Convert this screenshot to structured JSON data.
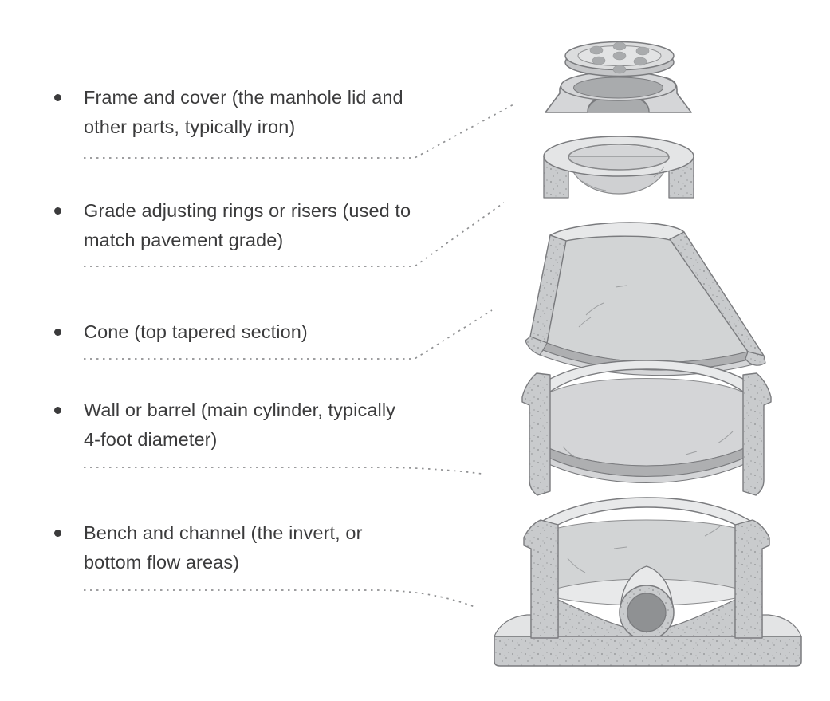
{
  "legend": {
    "items": [
      {
        "id": "frame-and-cover",
        "label": "Frame and cover (the manhole lid and\nother parts, typically iron)"
      },
      {
        "id": "grade-adjusting-ring",
        "label": "Grade adjusting rings or risers (used to\nmatch pavement grade)"
      },
      {
        "id": "cone",
        "label": "Cone (top tapered section)"
      },
      {
        "id": "wall-or-barrel",
        "label": "Wall or barrel (main cylinder, typically\n4-foot diameter)"
      },
      {
        "id": "bench-and-channel",
        "label": "Bench and channel (the invert, or\nbottom flow areas)"
      }
    ]
  },
  "diagram": {
    "type": "exploded-view",
    "subject": "precast manhole components",
    "components": [
      "frame-and-cover",
      "grade-adjusting-ring",
      "cone",
      "wall-or-barrel",
      "bench-and-channel"
    ],
    "cover_hole_count": 7,
    "colors": {
      "background": "#ffffff",
      "text": "#3b3b3c",
      "outline": "#7a7b7e",
      "surface_light": "#d5d6d8",
      "surface_lighter": "#e7e8e9",
      "cut_face": "#c9cbcd",
      "shadow_band": "#aeafb1",
      "opening_dark": "#a9abad",
      "pipe_hole": "#8f9193",
      "connector": "#909193"
    }
  }
}
